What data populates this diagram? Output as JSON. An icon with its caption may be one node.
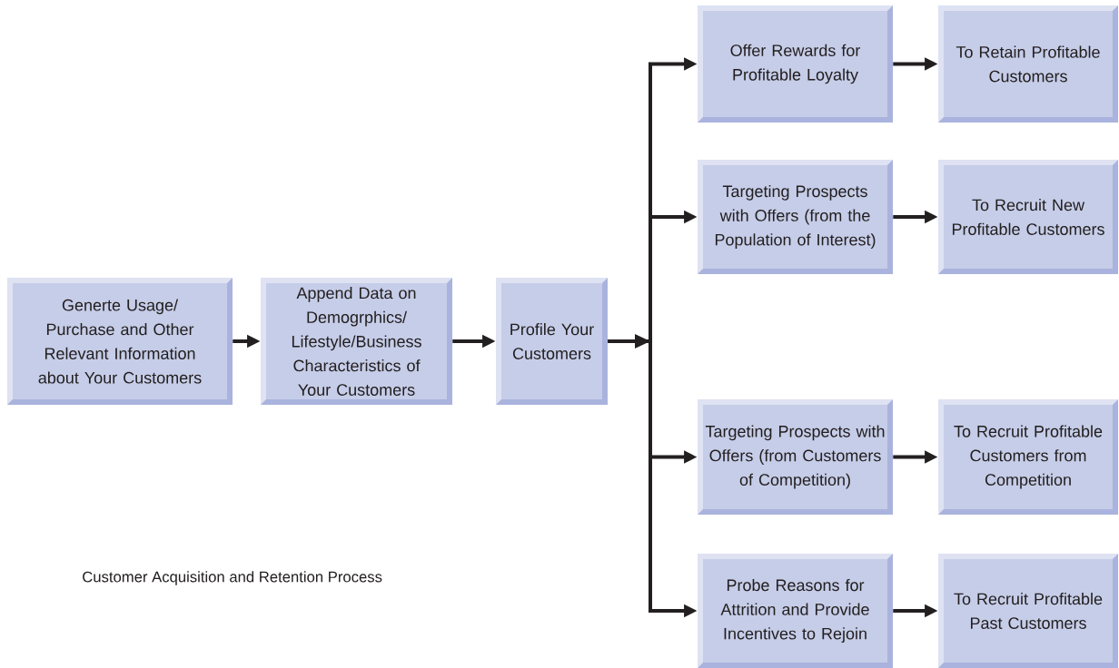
{
  "diagram": {
    "caption": "Customer Acquisition and Retention Process",
    "nodes": [
      {
        "text": [
          "Generte Usage/ Purchase and Other Relevant Information about Your Customers"
        ]
      },
      {
        "text": [
          "Append Data on Demogrphics/ Lifestyle/Business Characteristics of Your Customers"
        ]
      },
      {
        "text": [
          "Profile Your Customers"
        ]
      },
      {
        "text": [
          "Offer Rewards for Profitable Loyalty"
        ]
      },
      {
        "text": [
          "To Retain Profitable Customers"
        ]
      },
      {
        "text": [
          "Targeting Prospects with Offers (from the Population of Interest)"
        ]
      },
      {
        "text": [
          "To Recruit New Profitable Customers"
        ]
      },
      {
        "text": [
          "Targeting Prospects with Offers (from Customers of Competition)"
        ]
      },
      {
        "text": [
          "To Recruit Profitable Customers from Competition"
        ]
      },
      {
        "text": [
          "Probe Reasons for Attrition and Provide Incentives to Rejoin"
        ]
      },
      {
        "text": [
          "To Recruit Profitable Past Customers"
        ]
      }
    ],
    "edges": [
      {
        "from": 0,
        "to": 1,
        "arrow": "to"
      },
      {
        "from": 1,
        "to": 2,
        "arrow": "to"
      },
      {
        "from": 2,
        "to": 3,
        "arrow": "to"
      },
      {
        "from": 2,
        "to": 5,
        "arrow": "to"
      },
      {
        "from": 2,
        "to": 7,
        "arrow": "to"
      },
      {
        "from": 2,
        "to": 9,
        "arrow": "to"
      },
      {
        "from": 3,
        "to": 4,
        "arrow": "to"
      },
      {
        "from": 5,
        "to": 6,
        "arrow": "to"
      },
      {
        "from": 7,
        "to": 8,
        "arrow": "to"
      },
      {
        "from": 9,
        "to": 10,
        "arrow": "to"
      }
    ]
  }
}
